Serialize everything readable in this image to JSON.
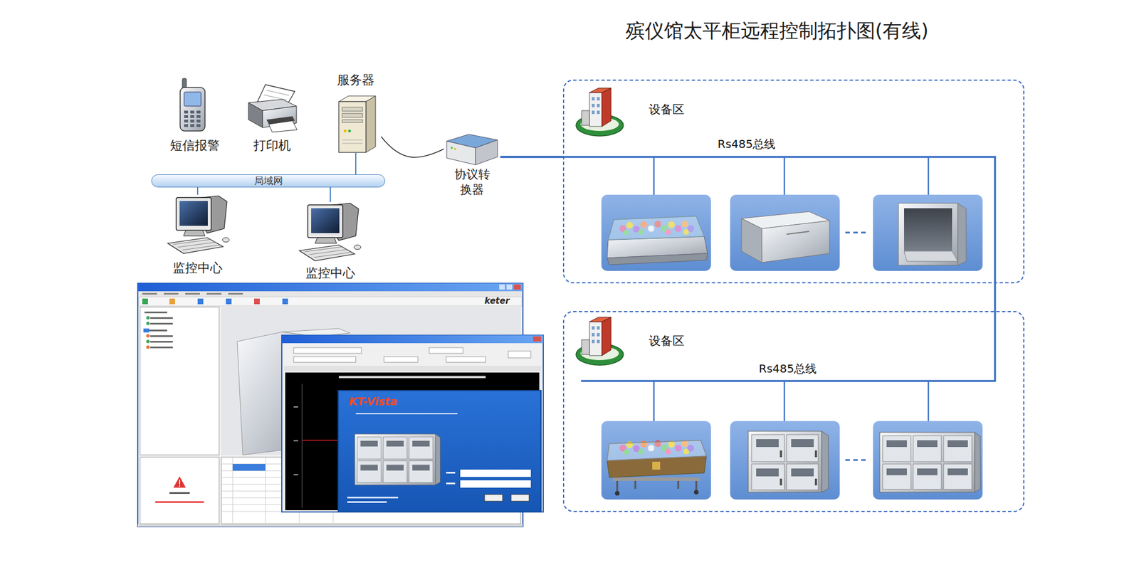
{
  "diagram": {
    "title": "殡仪馆太平柜远程控制拓扑图(有线)",
    "nodes": [
      {
        "text": [
          "短信报警"
        ]
      },
      {
        "text": [
          "打印机"
        ]
      },
      {
        "text": [
          "服务器"
        ]
      },
      {
        "text": [
          "局域网"
        ]
      },
      {
        "text": [
          "监控中心"
        ]
      },
      {
        "text": [
          "监控中心"
        ]
      },
      {
        "text": [
          "协议转换器"
        ]
      },
      {
        "text": [
          "设备区"
        ]
      },
      {
        "text": [
          "设备区"
        ]
      }
    ],
    "edges": [
      {
        "from": 2,
        "to": 3,
        "arrow": "none"
      },
      {
        "from": 3,
        "to": 4,
        "arrow": "none"
      },
      {
        "from": 3,
        "to": 5,
        "arrow": "none"
      },
      {
        "from": 2,
        "to": 6,
        "arrow": "none"
      },
      {
        "from": 6,
        "to": 7,
        "arrow": "none"
      },
      {
        "from": 6,
        "to": 8,
        "arrow": "none"
      }
    ],
    "labels": [
      "Rs485总线",
      "Rs485总线",
      "keter",
      "KT-Vista"
    ]
  }
}
